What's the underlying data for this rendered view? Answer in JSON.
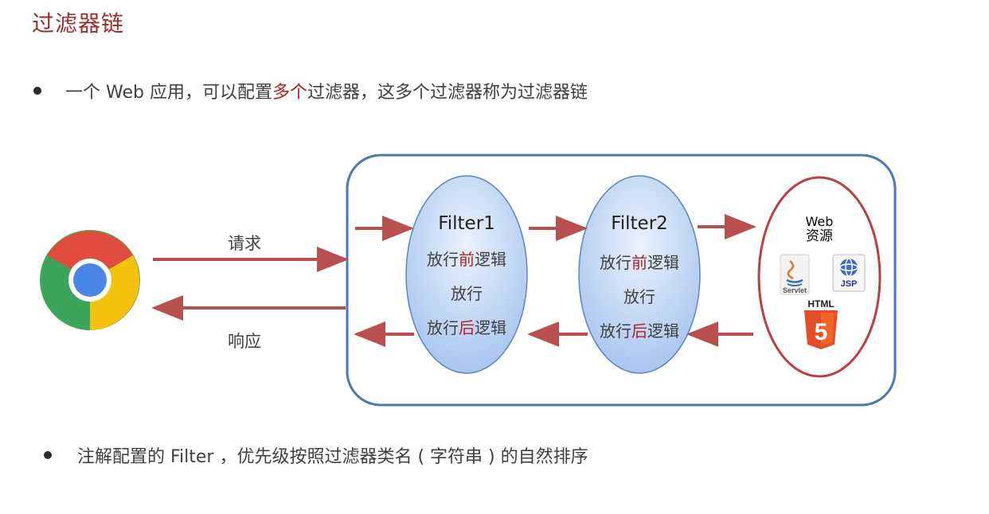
{
  "page": {
    "title": "过滤器链"
  },
  "bullets": [
    {
      "pre": "一个 Web 应用，可以配置",
      "highlight": "多个",
      "post": "过滤器，这多个过滤器称为过滤器链"
    },
    {
      "text": "注解配置的 Filter ，优先级按照过滤器类名 ( 字符串 ) 的自然排序"
    }
  ],
  "diagram": {
    "request_label": "请求",
    "response_label": "响应",
    "filters": [
      {
        "name": "Filter1",
        "line1_pre": "放行",
        "line1_hl": "前",
        "line1_post": "逻辑",
        "line2": "放行",
        "line3_pre": "放行",
        "line3_hl": "后",
        "line3_post": "逻辑"
      },
      {
        "name": "Filter2",
        "line1_pre": "放行",
        "line1_hl": "前",
        "line1_post": "逻辑",
        "line2": "放行",
        "line3_pre": "放行",
        "line3_hl": "后",
        "line3_post": "逻辑"
      }
    ],
    "web_resource": {
      "line1": "Web",
      "line2": "资源",
      "icons": [
        {
          "name": "servlet-icon",
          "label": "Servlet"
        },
        {
          "name": "jsp-icon",
          "label": "JSP"
        },
        {
          "name": "html5-icon",
          "label": "HTML"
        }
      ]
    }
  },
  "colors": {
    "title": "#9b2d2d",
    "highlight": "#b22222",
    "container_border": "#4a7ab5",
    "ellipse_fill": "#c9dcf5",
    "web_ellipse_border": "#b94040",
    "arrow": "#b85050"
  }
}
